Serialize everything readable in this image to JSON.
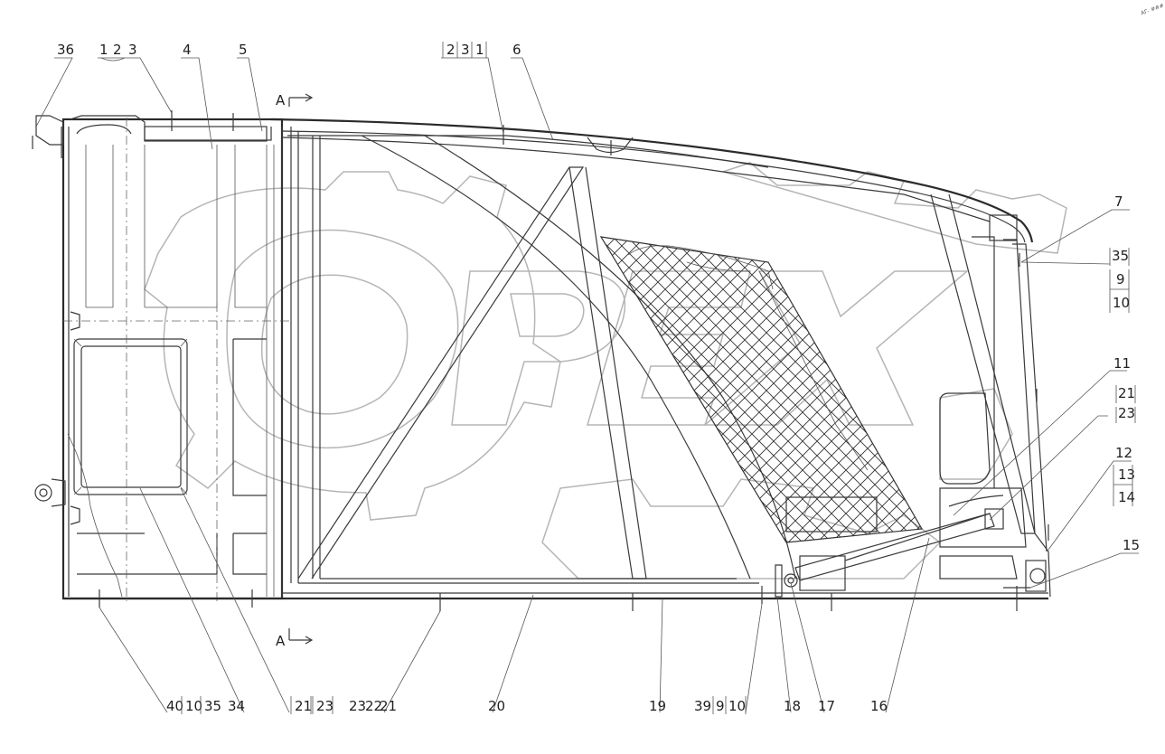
{
  "drawing": {
    "type": "technical-assembly-drawing",
    "watermark": "OPEX",
    "section_marker": "A",
    "corner_mark": "AΓ- ###"
  },
  "labels": {
    "top": [
      "36",
      "1",
      "2",
      "3",
      "4",
      "5",
      "2",
      "3",
      "1",
      "6"
    ],
    "right": [
      "7",
      "35",
      "9",
      "10",
      "11",
      "21",
      "23",
      "12",
      "13",
      "14",
      "15"
    ],
    "bottom": [
      "40",
      "10",
      "35",
      "34",
      "21",
      "23",
      "23",
      "22",
      "21",
      "20",
      "19",
      "39",
      "9",
      "10",
      "18",
      "17",
      "16"
    ]
  },
  "colors": {
    "line": "#3a3a3a",
    "watermark": "#b5b5b5",
    "background": "#ffffff"
  }
}
